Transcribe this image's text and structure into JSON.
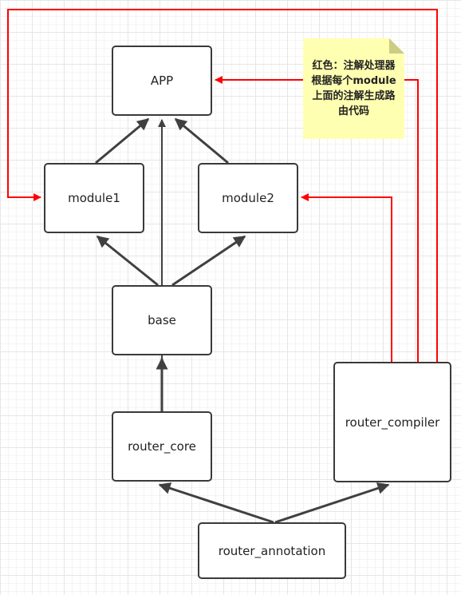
{
  "nodes": {
    "app": "APP",
    "module1": "module1",
    "module2": "module2",
    "base": "base",
    "router_core": "router_core",
    "router_compiler": "router_compiler",
    "router_annotation": "router_annotation"
  },
  "note": {
    "text": "红色：注解处理器根据每个module上面的注解生成路由代码"
  },
  "edges": [
    {
      "from": "module1",
      "to": "app",
      "color": "#404040"
    },
    {
      "from": "module2",
      "to": "app",
      "color": "#404040"
    },
    {
      "from": "base",
      "to": "app",
      "color": "#404040"
    },
    {
      "from": "base",
      "to": "module1",
      "color": "#404040"
    },
    {
      "from": "base",
      "to": "module2",
      "color": "#404040"
    },
    {
      "from": "router_core",
      "to": "base",
      "color": "#404040"
    },
    {
      "from": "router_annotation",
      "to": "router_core",
      "color": "#404040"
    },
    {
      "from": "router_annotation",
      "to": "router_compiler",
      "color": "#404040"
    },
    {
      "from": "router_compiler",
      "to": "app",
      "color": "#ff0000"
    },
    {
      "from": "router_compiler",
      "to": "module1",
      "color": "#ff0000"
    },
    {
      "from": "router_compiler",
      "to": "module2",
      "color": "#ff0000"
    }
  ],
  "colors": {
    "dependency": "#404040",
    "generated_route": "#ff0000",
    "note_background": "#ffffb2"
  }
}
